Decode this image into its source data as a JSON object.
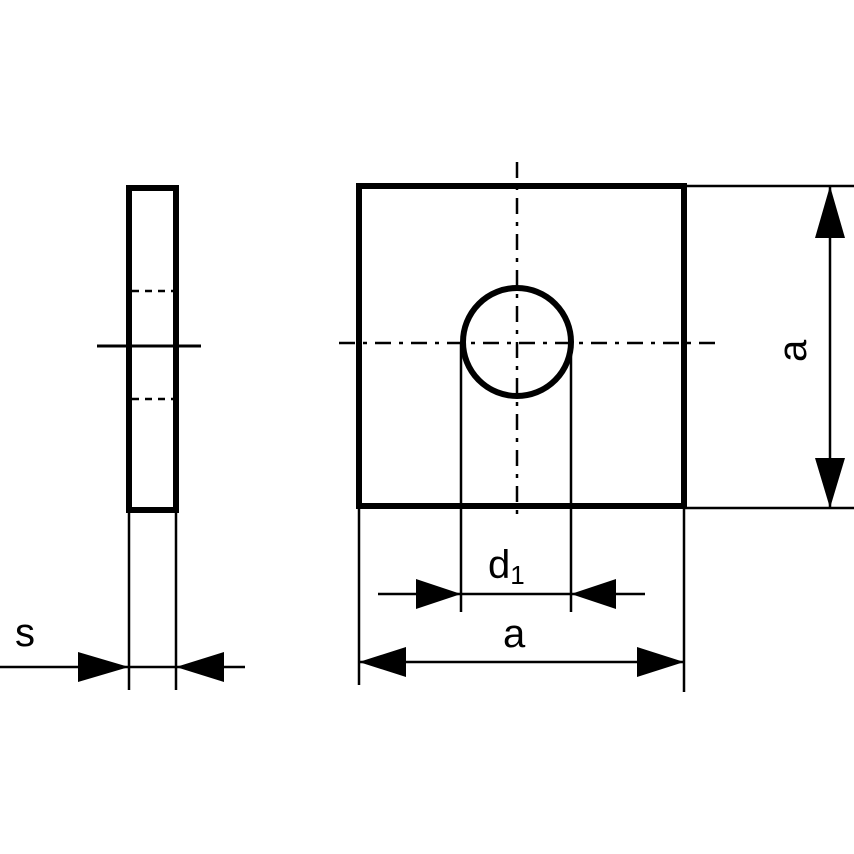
{
  "drawing": {
    "labels": {
      "s": "s",
      "a_horizontal": "a",
      "a_vertical": "a",
      "d": "d",
      "d_sub": "1"
    },
    "colors": {
      "line": "#000000",
      "background": "#ffffff"
    }
  }
}
